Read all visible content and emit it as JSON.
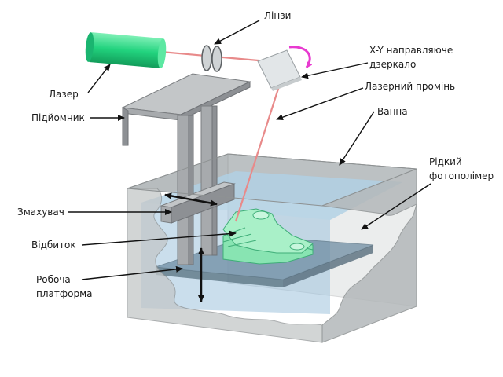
{
  "labels": {
    "lenses": "Лінзи",
    "laser": "Лазер",
    "xy_mirror_line1": "X-Y направляюче",
    "xy_mirror_line2": "дзеркало",
    "laser_beam": "Лазерний промінь",
    "elevator": "Підйомник",
    "vat": "Ванна",
    "liquid_photopolymer_line1": "Рідкий",
    "liquid_photopolymer_line2": "фотополімер",
    "recoater": "Змахувач",
    "print": "Відбиток",
    "platform_line1": "Робоча",
    "platform_line2": "платформа"
  },
  "colors": {
    "laser_body": "#22d37e",
    "beam": "#e88a8a",
    "rotation_arrow": "#e83ad0",
    "resin": "#9fc3dc",
    "part": "#88e4b2",
    "vat": "#c8cccd",
    "metal": "#a7aaad"
  }
}
